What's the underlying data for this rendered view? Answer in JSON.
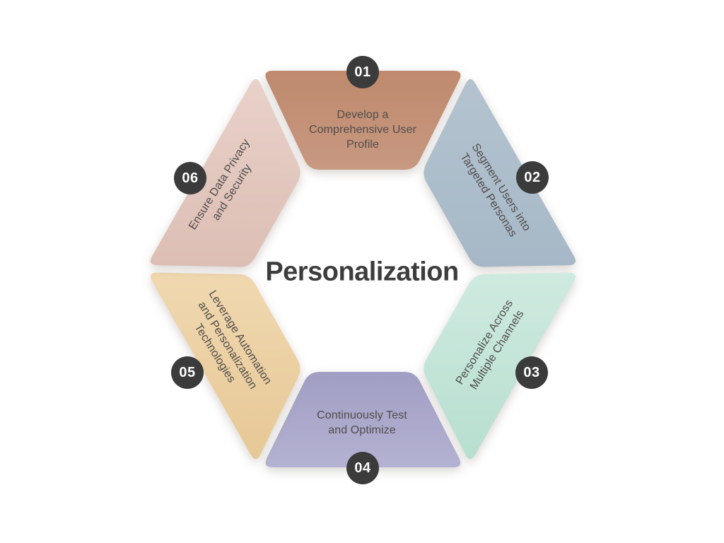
{
  "diagram": {
    "title": "Personalization",
    "title_color": "#3d3d3d",
    "background": "#ffffff",
    "badge_color": "#3b3b3b",
    "badge_text_color": "#ffffff",
    "label_color": "#4f4c4a",
    "segments": [
      {
        "number": "01",
        "label": "Develop a Comprehensive User Profile",
        "color_start": "#bf8a6d",
        "color_end": "#c89881"
      },
      {
        "number": "02",
        "label": "Segment Users into Targeted Personas",
        "color_start": "#b4c3cf",
        "color_end": "#a6b8c7"
      },
      {
        "number": "03",
        "label": "Personalize Across Multiple Channels",
        "color_start": "#cfeae0",
        "color_end": "#b7dfd0"
      },
      {
        "number": "04",
        "label": "Continuously Test and Optimize",
        "color_start": "#a19ec4",
        "color_end": "#b4b2d2"
      },
      {
        "number": "05",
        "label": "Leverage Automation and Personalization Technologies",
        "color_start": "#f0d8b0",
        "color_end": "#e7c896"
      },
      {
        "number": "06",
        "label": "Ensure Data Privacy and Security",
        "color_start": "#e9d1c9",
        "color_end": "#dcbeb4"
      }
    ]
  }
}
